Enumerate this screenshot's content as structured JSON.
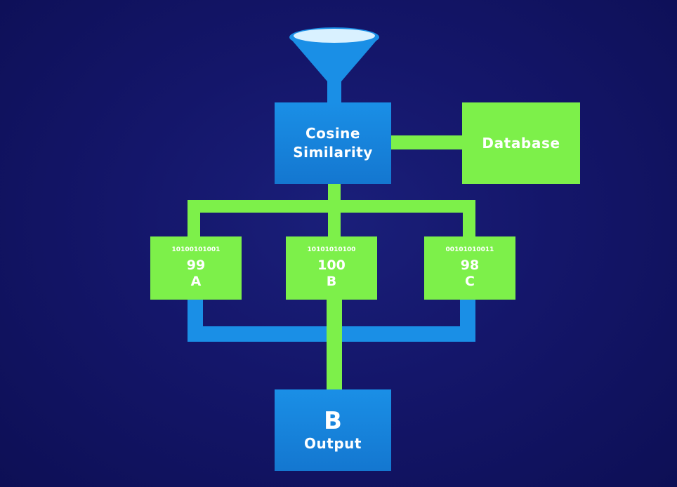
{
  "colors": {
    "background": "#14166a",
    "blue": "#1a8fe6",
    "green": "#7df04a",
    "text": "#ffffff"
  },
  "funnel": {
    "icon": "funnel-icon"
  },
  "cosine_box": {
    "line1": "Cosine",
    "line2": "Similarity"
  },
  "database_box": {
    "label": "Database"
  },
  "candidates": [
    {
      "bits": "10100101001",
      "score": "99",
      "letter": "A"
    },
    {
      "bits": "10101010100",
      "score": "100",
      "letter": "B"
    },
    {
      "bits": "00101010011",
      "score": "98",
      "letter": "C"
    }
  ],
  "output_box": {
    "letter": "B",
    "label": "Output"
  }
}
